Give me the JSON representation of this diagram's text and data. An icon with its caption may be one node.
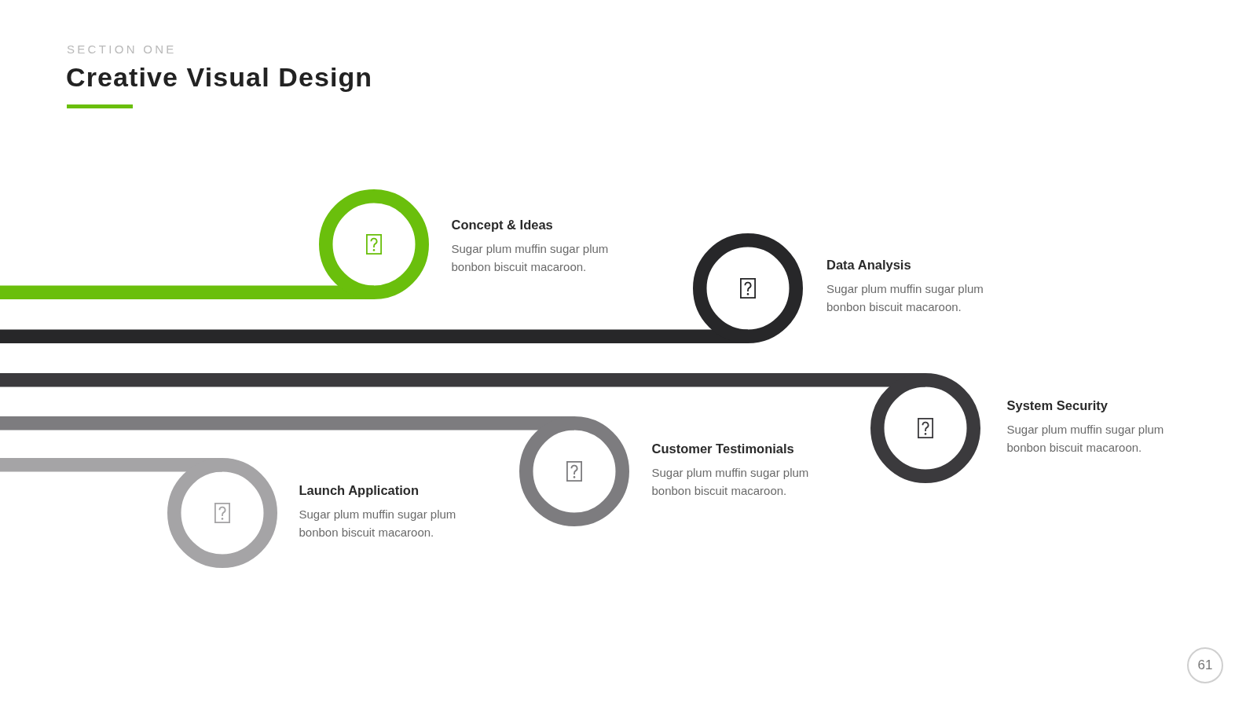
{
  "diagram": {
    "title": "Creative Visual Design",
    "nodes": [
      {
        "text": [],
        "shape": "circle",
        "beside": [
          "Concept & Ideas",
          "Sugar plum muffin sugar plum bonbon biscuit macaroon."
        ]
      },
      {
        "text": [],
        "shape": "circle",
        "beside": [
          "Data Analysis",
          "Sugar plum muffin sugar plum bonbon biscuit macaroon."
        ]
      },
      {
        "text": [],
        "shape": "circle",
        "beside": [
          "System Security",
          "Sugar plum muffin sugar plum bonbon biscuit macaroon."
        ]
      },
      {
        "text": [],
        "shape": "circle",
        "beside": [
          "Customer Testimonials",
          "Sugar plum muffin sugar plum bonbon biscuit macaroon."
        ]
      },
      {
        "text": [],
        "shape": "circle",
        "beside": [
          "Launch Application",
          "Sugar plum muffin sugar plum bonbon biscuit macaroon."
        ]
      },
      {
        "text": [
          "61"
        ]
      }
    ],
    "edges": [
      {
        "from": null,
        "to": 0,
        "arrow": "none",
        "color": "#6abf0c"
      },
      {
        "from": null,
        "to": 1,
        "arrow": "none",
        "color": "#272729"
      },
      {
        "from": null,
        "to": 2,
        "arrow": "none",
        "color": "#3b3a3d"
      },
      {
        "from": null,
        "to": 3,
        "arrow": "none",
        "color": "#7d7c7f"
      },
      {
        "from": null,
        "to": 4,
        "arrow": "none",
        "color": "#a5a4a6"
      }
    ],
    "labels": [
      "SECTION ONE"
    ]
  }
}
